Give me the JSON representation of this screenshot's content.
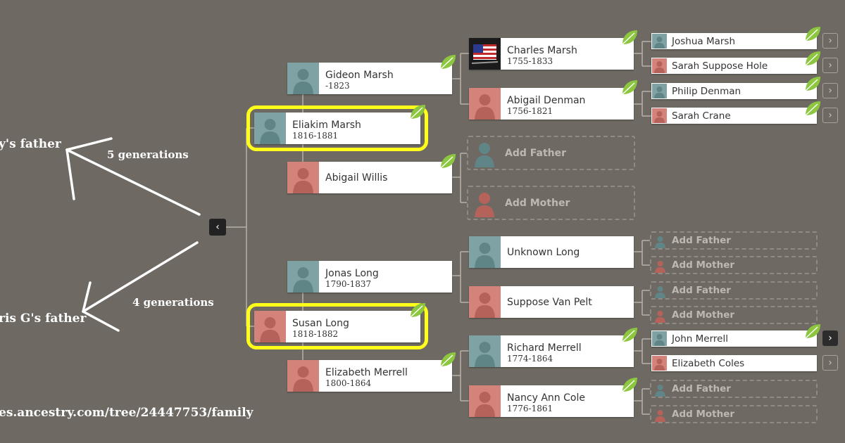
{
  "annotations": {
    "label_top": "y's father",
    "label_bottom": "ris G's father",
    "gen_top": "5 generations",
    "gen_bottom": "4 generations",
    "url": "es.ancestry.com/tree/24447753/family",
    "highlight_color": "#ffff1a"
  },
  "tree": {
    "collapse_glyph": "‹",
    "generation1": [
      {
        "name": "Eliakim Marsh",
        "dates": "1816-1881",
        "sex": "male",
        "highlighted": true
      },
      {
        "name": "Susan Long",
        "dates": "1818-1882",
        "sex": "female",
        "highlighted": true
      }
    ],
    "generation2": [
      {
        "name": "Gideon Marsh",
        "dates": "-1823",
        "sex": "male"
      },
      {
        "name": "Abigail Willis",
        "dates": "",
        "sex": "female"
      },
      {
        "name": "Jonas Long",
        "dates": "1790-1837",
        "sex": "male"
      },
      {
        "name": "Elizabeth Merrell",
        "dates": "1800-1864",
        "sex": "female"
      }
    ],
    "generation3": [
      {
        "name": "Charles Marsh",
        "dates": "1755-1833",
        "sex": "male",
        "photo": "flag-photo"
      },
      {
        "name": "Abigail Denman",
        "dates": "1756-1821",
        "sex": "female"
      },
      {
        "name": "Add Father",
        "placeholder": true
      },
      {
        "name": "Add Mother",
        "placeholder": true
      },
      {
        "name": "Unknown Long",
        "dates": "",
        "sex": "male"
      },
      {
        "name": "Suppose Van Pelt",
        "dates": "",
        "sex": "female"
      },
      {
        "name": "Richard Merrell",
        "dates": "1774-1864",
        "sex": "male"
      },
      {
        "name": "Nancy Ann Cole",
        "dates": "1776-1861",
        "sex": "female"
      }
    ],
    "generation4": [
      {
        "name": "Joshua Marsh",
        "sex": "male"
      },
      {
        "name": "Sarah Suppose Hole",
        "sex": "female"
      },
      {
        "name": "Philip Denman",
        "sex": "male"
      },
      {
        "name": "Sarah Crane",
        "sex": "female"
      },
      {
        "name": "Add Father",
        "placeholder": true
      },
      {
        "name": "Add Mother",
        "placeholder": true
      },
      {
        "name": "Add Father",
        "placeholder": true
      },
      {
        "name": "Add Mother",
        "placeholder": true
      },
      {
        "name": "John Merrell",
        "sex": "male"
      },
      {
        "name": "Elizabeth Coles",
        "sex": "female"
      },
      {
        "name": "Add Father",
        "placeholder": true
      },
      {
        "name": "Add Mother",
        "placeholder": true
      }
    ],
    "expand_glyph": "›",
    "hint_icon": "leaf-icon"
  }
}
